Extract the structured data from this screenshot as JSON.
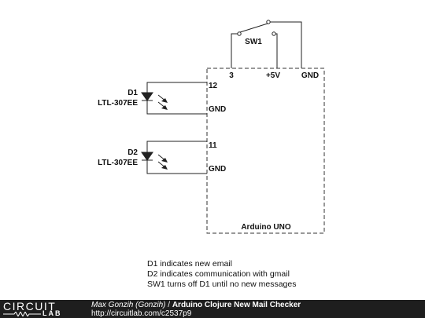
{
  "switch": {
    "label": "SW1"
  },
  "arduino": {
    "label": "Arduino UNO",
    "pins": {
      "p3": "3",
      "p5v": "+5V",
      "gnd_top": "GND",
      "p12": "12",
      "gnd1": "GND",
      "p11": "11",
      "gnd2": "GND"
    }
  },
  "led1": {
    "ref": "D1",
    "part": "LTL-307EE"
  },
  "led2": {
    "ref": "D2",
    "part": "LTL-307EE"
  },
  "notes": [
    "D1 indicates new email",
    "D2 indicates communication with gmail",
    "SW1 turns off D1 until no new messages"
  ],
  "footer": {
    "logo_top": "CIRCUIT",
    "logo_bottom": "LAB",
    "author": "Max Gonzih (Gonzih)",
    "separator": " / ",
    "title": "Arduino Clojure New Mail Checker",
    "url": "http://circuitlab.com/c2537p9"
  }
}
